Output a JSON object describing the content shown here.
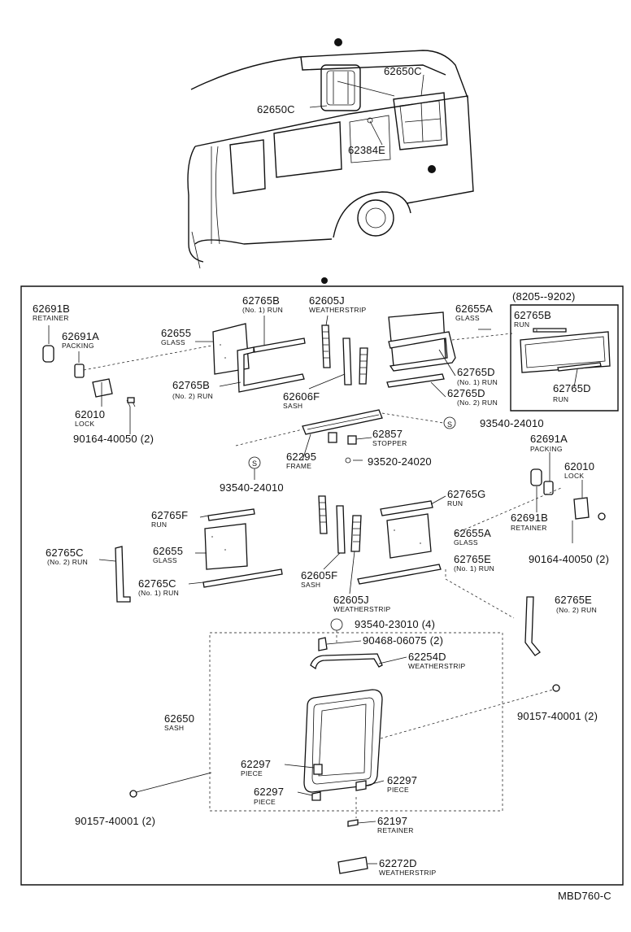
{
  "diagram_code": "MBD760-C",
  "production_range": "(8205--9202)",
  "markers": {
    "s": "S"
  },
  "top_labels": [
    {
      "id": "t1",
      "number": "62650C"
    },
    {
      "id": "t2",
      "number": "62650C"
    },
    {
      "id": "t3",
      "number": "62384E"
    }
  ],
  "labels": [
    {
      "id": "a1",
      "number": "62691B",
      "name": "RETAINER"
    },
    {
      "id": "a2",
      "number": "62691A",
      "name": "PACKING"
    },
    {
      "id": "a3",
      "number": "62010",
      "name": "LOCK"
    },
    {
      "id": "a4",
      "number": "90164-40050 (2)",
      "name": ""
    },
    {
      "id": "a5",
      "number": "62655",
      "name": "GLASS"
    },
    {
      "id": "a6",
      "number": "62765B",
      "name": "(No. 2) RUN"
    },
    {
      "id": "a7",
      "number": "62765B",
      "name": "(No. 1) RUN"
    },
    {
      "id": "a8",
      "number": "62605J",
      "name": "WEATHERSTRIP"
    },
    {
      "id": "a9",
      "number": "62606F",
      "name": "SASH"
    },
    {
      "id": "a10",
      "number": "62655A",
      "name": "GLASS"
    },
    {
      "id": "a11",
      "number": "62765D",
      "name": "(No. 1) RUN"
    },
    {
      "id": "a12",
      "number": "62765D",
      "name": "(No. 2) RUN"
    },
    {
      "id": "a13",
      "number": "62765B",
      "name": "RUN"
    },
    {
      "id": "a14",
      "number": "62765D",
      "name": "RUN"
    },
    {
      "id": "a15",
      "number": "93540-24010",
      "name": ""
    },
    {
      "id": "a16",
      "number": "62857",
      "name": "STOPPER"
    },
    {
      "id": "a17",
      "number": "62295",
      "name": "FRAME"
    },
    {
      "id": "a18",
      "number": "93520-24020",
      "name": ""
    },
    {
      "id": "a19",
      "number": "93540-24010",
      "name": ""
    },
    {
      "id": "a20",
      "number": "62691A",
      "name": "PACKING"
    },
    {
      "id": "a21",
      "number": "62010",
      "name": "LOCK"
    },
    {
      "id": "a22",
      "number": "62691B",
      "name": "RETAINER"
    },
    {
      "id": "a23",
      "number": "90164-40050 (2)",
      "name": ""
    },
    {
      "id": "a24",
      "number": "62765F",
      "name": "RUN"
    },
    {
      "id": "a25",
      "number": "62765C",
      "name": "(No. 2) RUN"
    },
    {
      "id": "a26",
      "number": "62655",
      "name": "GLASS"
    },
    {
      "id": "a27",
      "number": "62765C",
      "name": "(No. 1) RUN"
    },
    {
      "id": "a28",
      "number": "62605F",
      "name": "SASH"
    },
    {
      "id": "a29",
      "number": "62605J",
      "name": "WEATHERSTRIP"
    },
    {
      "id": "a30",
      "number": "62765G",
      "name": "RUN"
    },
    {
      "id": "a31",
      "number": "62655A",
      "name": "GLASS"
    },
    {
      "id": "a32",
      "number": "62765E",
      "name": "(No. 1) RUN"
    },
    {
      "id": "a33",
      "number": "62765E",
      "name": "(No. 2) RUN"
    },
    {
      "id": "a34",
      "number": "93540-23010 (4)",
      "name": ""
    },
    {
      "id": "a35",
      "number": "90468-06075 (2)",
      "name": ""
    },
    {
      "id": "a36",
      "number": "62254D",
      "name": "WEATHERSTRIP"
    },
    {
      "id": "a37",
      "number": "62650",
      "name": "SASH"
    },
    {
      "id": "a38",
      "number": "90157-40001 (2)",
      "name": ""
    },
    {
      "id": "a39",
      "number": "62297",
      "name": "PIECE"
    },
    {
      "id": "a40",
      "number": "62297",
      "name": "PIECE"
    },
    {
      "id": "a41",
      "number": "62297",
      "name": "PIECE"
    },
    {
      "id": "a42",
      "number": "90157-40001 (2)",
      "name": ""
    },
    {
      "id": "a43",
      "number": "62197",
      "name": "RETAINER"
    },
    {
      "id": "a44",
      "number": "62272D",
      "name": "WEATHERSTRIP"
    }
  ]
}
